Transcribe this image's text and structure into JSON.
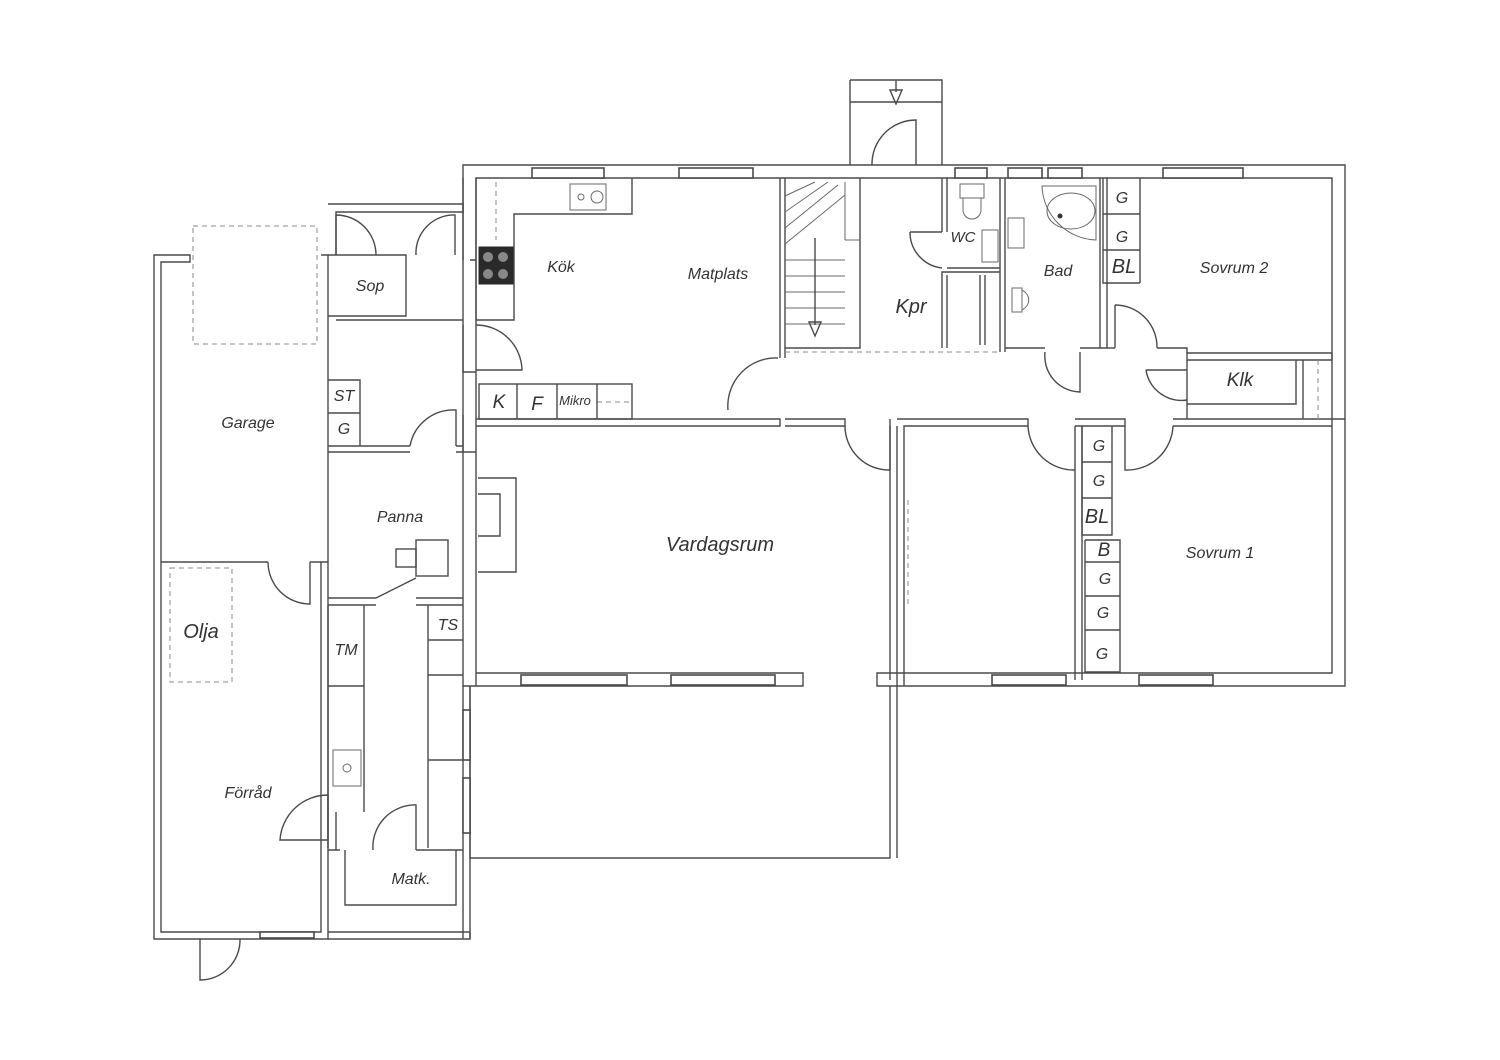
{
  "rooms": {
    "kok": "Kök",
    "matplats": "Matplats",
    "kpr": "Kpr",
    "wc": "WC",
    "bad": "Bad",
    "sovrum2": "Sovrum 2",
    "klk": "Klk",
    "sop": "Sop",
    "garage": "Garage",
    "panna": "Panna",
    "vardagsrum": "Vardagsrum",
    "sovrum1": "Sovrum 1",
    "olja": "Olja",
    "forrad": "Förråd",
    "matk": "Matk."
  },
  "fixtures": {
    "st": "ST",
    "g": "G",
    "bl": "BL",
    "b": "B",
    "k": "K",
    "f": "F",
    "mikro": "Mikro",
    "tm": "TM",
    "ts": "TS"
  }
}
